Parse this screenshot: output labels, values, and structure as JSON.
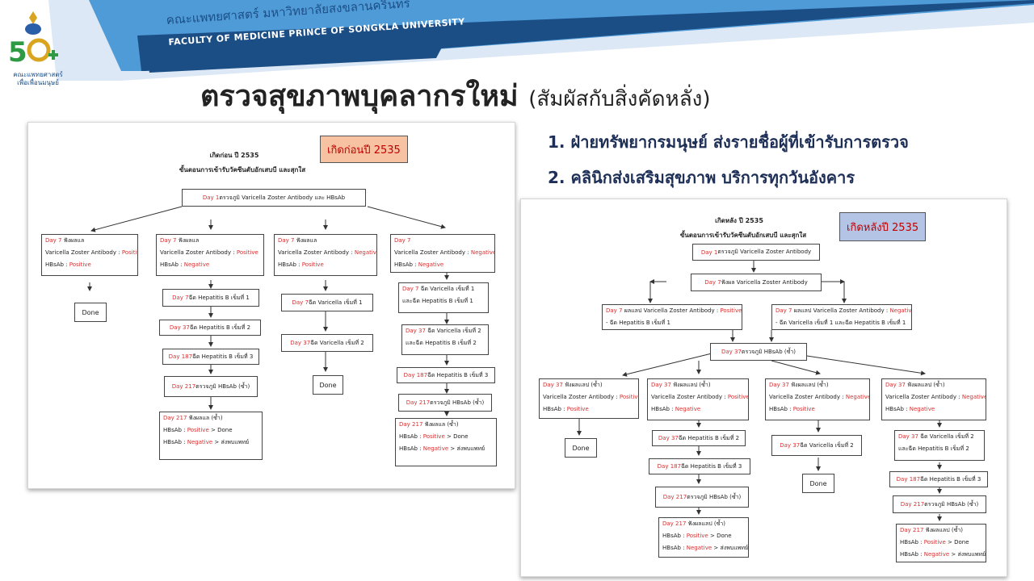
{
  "header": {
    "faculty_th": "คณะแพทยศาสตร์ มหาวิทยาลัยสงขลานครินทร์",
    "faculty_en": "FACULTY OF MEDICINE PRINCE OF SONGKLA UNIVERSITY",
    "logo_line1": "คณะแพทยศาสตร์",
    "logo_line2": "เพื่อเพื่อนมนุษย์",
    "logo_icon": "50-years-logo-icon",
    "colors": {
      "band_dark": "#1c4e86",
      "band_light": "#4f9bd8",
      "band_pale": "#dce8f5"
    }
  },
  "title": {
    "main": "ตรวจสุขภาพบุคลากรใหม่",
    "sub": "(สัมผัสกับสิ่งคัดหลั่ง)"
  },
  "steps": [
    "1. ฝ่ายทรัพยากรมนุษย์  ส่งรายชื่อผู้ที่เข้ารับการตรวจ",
    "2. คลินิกส่งเสริมสุขภาพ  บริการทุกวันอังคาร"
  ],
  "panelA": {
    "tag": "เกิดก่อนปี  2535",
    "head1": "เกิดก่อน ปี 2535",
    "head2": "ขั้นตอนการเข้ารับวัคซีนตับอักเสบบี และสุกใส",
    "root": {
      "day": "Day 1",
      "text": " ตรวจภูมิ Varicella Zoster Antibody และ HBsAb"
    },
    "branches": [
      {
        "result": {
          "day": "Day 7",
          "title": " ฟังผลแล",
          "vz_label": "Varicella Zoster Antibody : ",
          "vz": "Positive",
          "hb_label": "HBsAb : ",
          "hb": "Positive"
        },
        "steps": [],
        "done": "Done"
      },
      {
        "result": {
          "day": "Day 7",
          "title": " ฟังผลแล",
          "vz_label": "Varicella Zoster Antibody : ",
          "vz": "Positive",
          "hb_label": "HBsAb : ",
          "hb": "Negative"
        },
        "steps": [
          {
            "day": "Day 7",
            "text": " ฉีด Hepatitis B เข็มที่ 1"
          },
          {
            "day": "Day 37",
            "text": " ฉีด Hepatitis B เข็มที่ 2"
          },
          {
            "day": "Day 187",
            "text": " ฉีด Hepatitis B เข็มที่ 3"
          },
          {
            "day": "Day 217",
            "text": " ตรวจภูมิ HBsAb (ซ้ำ)"
          }
        ],
        "final": {
          "day": "Day 217",
          "title": " ฟังผลแล (ซ้ำ)",
          "l1_label": "HBsAb : ",
          "l1": "Positive",
          "l1_tail": " > Done",
          "l2_label": "HBsAb : ",
          "l2": "Negative",
          "l2_tail": " > ส่งพบแพทย์"
        }
      },
      {
        "result": {
          "day": "Day 7",
          "title": " ฟังผลแล",
          "vz_label": "Varicella Zoster Antibody : ",
          "vz": "Negative",
          "hb_label": "HBsAb : ",
          "hb": "Positive"
        },
        "steps": [
          {
            "day": "Day 7",
            "text": " ฉีด Varicella เข็มที่ 1"
          },
          {
            "day": "Day 37",
            "text": " ฉีด Varicella เข็มที่ 2"
          }
        ],
        "done": "Done"
      },
      {
        "result": {
          "day": "Day 7",
          "title": "",
          "vz_label": "Varicella Zoster Antibody : ",
          "vz": "Negative",
          "hb_label": "HBsAb : ",
          "hb": "Negative"
        },
        "steps": [
          {
            "day": "Day 7",
            "text": " ฉีด Varicella เข็มที่ 1",
            "text2": "และฉีด Hepatitis B เข็มที่ 1"
          },
          {
            "day": "Day 37",
            "text": " ฉีด Varicella เข็มที่ 2",
            "text2": "และฉีด Hepatitis B เข็มที่ 2"
          },
          {
            "day": "Day 187",
            "text": " ฉีด Hepatitis B เข็มที่ 3"
          },
          {
            "day": "Day 217",
            "text": " ตรวจภูมิ HBsAb (ซ้ำ)"
          }
        ],
        "final": {
          "day": "Day 217",
          "title": " ฟังผลแล (ซ้ำ)",
          "l1_label": "HBsAb : ",
          "l1": "Positive",
          "l1_tail": " > Done",
          "l2_label": "HBsAb : ",
          "l2": "Negative",
          "l2_tail": " > ส่งพบแพทย์"
        }
      }
    ]
  },
  "panelB": {
    "tag": "เกิดหลังปี  2535",
    "head1": "เกิดหลัง ปี 2535",
    "head2": "ขั้นตอนการเข้ารับวัคซีนตับอักเสบบี และสุกใส",
    "n1": {
      "day": "Day 1",
      "text": " ตรวจภูมิ Varicella Zoster Antibody"
    },
    "n2": {
      "day": "Day 7",
      "text": " ฟังผล Varicella Zoster Antibody"
    },
    "split": [
      {
        "day": "Day 7",
        "text": " ผลแลป Varicella Zoster Antibody : ",
        "res": "Positive",
        "text2": "-  ฉีด Hepatitis B เข็มที่ 1"
      },
      {
        "day": "Day 7",
        "text": " ผลแลป Varicella Zoster Antibody : ",
        "res": "Negative",
        "text2": "-  ฉีด Varicella เข็มที่ 1 และฉีด Hepatitis B เข็มที่ 1"
      }
    ],
    "n3": {
      "day": "Day 37",
      "text": " ตรวจภูมิ HBsAb (ซ้ำ)"
    },
    "branches": [
      {
        "result": {
          "day": "Day 37",
          "title": " ฟังผลแลป (ซ้ำ)",
          "vz_label": "Varicella Zoster Antibody : ",
          "vz": "Positive",
          "hb_label": "HBsAb : ",
          "hb": "Positive"
        },
        "steps": [],
        "done": "Done"
      },
      {
        "result": {
          "day": "Day 37",
          "title": " ฟังผลแลป (ซ้ำ)",
          "vz_label": "Varicella Zoster Antibody : ",
          "vz": "Positive",
          "hb_label": "HBsAb : ",
          "hb": "Negative"
        },
        "steps": [
          {
            "day": "Day 37",
            "text": " ฉีด Hepatitis B เข็มที่ 2"
          },
          {
            "day": "Day 187",
            "text": " ฉีด Hepatitis B เข็มที่ 3"
          },
          {
            "day": "Day 217",
            "text": " ตรวจภูมิ HBsAb (ซ้ำ)"
          }
        ],
        "final": {
          "day": "Day 217",
          "title": " ฟังผลแลป (ซ้ำ)",
          "l1_label": "HBsAb : ",
          "l1": "Positive",
          "l1_tail": " > Done",
          "l2_label": "HBsAb : ",
          "l2": "Negative",
          "l2_tail": " > ส่งพบแพทย์"
        }
      },
      {
        "result": {
          "day": "Day 37",
          "title": " ฟังผลแลป (ซ้ำ)",
          "vz_label": "Varicella Zoster Antibody : ",
          "vz": "Negative",
          "hb_label": "HBsAb : ",
          "hb": "Positive"
        },
        "steps": [
          {
            "day": "Day 37",
            "text": " ฉีด Varicella เข็มที่ 2"
          }
        ],
        "done": "Done"
      },
      {
        "result": {
          "day": "Day 37",
          "title": " ฟังผลแลป (ซ้ำ)",
          "vz_label": "Varicella Zoster Antibody : ",
          "vz": "Negative",
          "hb_label": "HBsAb : ",
          "hb": "Negative"
        },
        "steps": [
          {
            "day": "Day 37",
            "text": " ฉีด Varicella เข็มที่ 2",
            "text2": "และฉีด Hepatitis B เข็มที่ 2"
          },
          {
            "day": "Day 187",
            "text": " ฉีด Hepatitis B เข็มที่ 3"
          },
          {
            "day": "Day 217",
            "text": " ตรวจภูมิ HBsAb (ซ้ำ)"
          }
        ],
        "final": {
          "day": "Day 217",
          "title": " ฟังผลแลป (ซ้ำ)",
          "l1_label": "HBsAb : ",
          "l1": "Positive",
          "l1_tail": " > Done",
          "l2_label": "HBsAb : ",
          "l2": "Negative",
          "l2_tail": " > ส่งพบแพทย์"
        }
      }
    ]
  }
}
